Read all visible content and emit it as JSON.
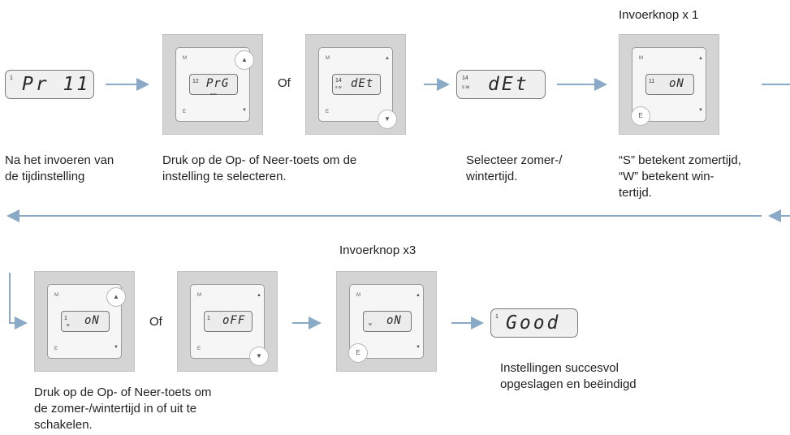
{
  "headers": {
    "step5": "Invoerknop x 1",
    "step7": "Invoerknop x3"
  },
  "of_label": "Of",
  "device_labels": {
    "m": "M",
    "e": "E",
    "up": "▲",
    "down": "▼"
  },
  "row1": {
    "display1": {
      "digit": "1",
      "text": "Pr 11"
    },
    "device_a": {
      "digit": "12",
      "sub": "auto",
      "text": "PrG"
    },
    "device_b": {
      "digit": "14",
      "sub": "s w",
      "text": "dEt"
    },
    "display2": {
      "digit": "14",
      "sub": "s w",
      "text": "dEt"
    },
    "device_c": {
      "digit": "11",
      "text": "oN"
    }
  },
  "row2": {
    "device_d": {
      "digit": "1",
      "sub": "w",
      "text": "oN"
    },
    "device_e": {
      "digit": "1",
      "text": "oFF"
    },
    "device_f": {
      "digit": "",
      "sub": "w",
      "text": "oN"
    },
    "display3": {
      "digit": "1",
      "text": "Good"
    }
  },
  "captions": {
    "c1": [
      "Na het invoeren van",
      "de tijdinstelling"
    ],
    "c2": [
      "Druk op de Op- of Neer-toets om de",
      "instelling te selecteren."
    ],
    "c3": [
      "Selecteer zomer-/",
      "wintertijd."
    ],
    "c4": [
      "“S” betekent zomertijd,",
      "“W” betekent win-",
      "tertijd."
    ],
    "c5": [
      "Druk op de Op- of Neer-toets om",
      "de zomer-/wintertijd in of uit te",
      "schakelen."
    ],
    "c6": [
      "Instellingen succesvol",
      "opgeslagen en beëindigd"
    ]
  },
  "colors": {
    "arrow": "#8aa9c6",
    "panel": "#d4d4d4",
    "lcd": "#f0f0f0"
  }
}
